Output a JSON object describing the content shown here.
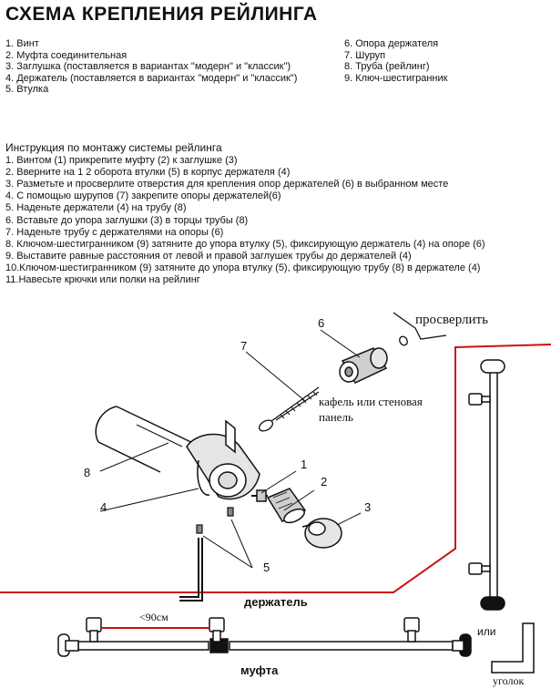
{
  "title": "СХЕМА КРЕПЛЕНИЯ РЕЙЛИНГА",
  "legend_left": [
    "1. Винт",
    "2. Муфта соединительная",
    "3. Заглушка (поставляется в вариантах \"модерн\" и \"классик\")",
    "4. Держатель (поставляется в вариантах \"модерн\" и \"классик\")",
    "5. Втулка"
  ],
  "legend_right": [
    "6. Опора держателя",
    "7. Шуруп",
    "8. Труба (рейлинг)",
    "9. Ключ-шестигранник"
  ],
  "instructions_title": "Инструкция по монтажу системы рейлинга",
  "instructions": [
    "1. Винтом (1) прикрепите муфту (2) к заглушке (3)",
    "2. Вверните на 1  2 оборота втулки (5) в корпус держателя (4)",
    "3. Разметьте и просверлите отверстия для крепления опор держателей (6) в выбранном месте",
    "4. С помощью шурупов (7) закрепите опоры держателей(6)",
    "5. Наденьте держатели (4) на трубу (8)",
    "6. Вставьте до упора заглушки (3) в торцы трубы (8)",
    "7. Наденьте трубу с держателями на опоры (6)",
    "8. Ключом-шестигранником (9) затяните до упора втулку (5), фиксирующую держатель (4) на опоре (6)",
    "9. Выставите равные расстояния от левой и правой заглушек трубы до держателей (4)",
    "10.Ключом-шестигранником (9) затяните до упора втулку (5), фиксирующую трубу (8) в держателе (4)",
    "11.Навесьте крючки или полки на рейлинг"
  ],
  "diagram": {
    "drill_label": "просверлить",
    "wall_label_line1": "кафель или стеновая",
    "wall_label_line2": "панель",
    "callouts": {
      "c1": "1",
      "c2": "2",
      "c3": "3",
      "c4": "4",
      "c5": "5",
      "c6": "6",
      "c7": "7",
      "c8": "8"
    }
  },
  "bottom": {
    "distance_label": "<90см",
    "holder_label": "держатель",
    "coupling_label": "муфта",
    "or_label": "или",
    "corner_label": "уголок"
  },
  "colors": {
    "line": "#111111",
    "red": "#cc1111",
    "fill_grey": "#bdbdbd"
  }
}
